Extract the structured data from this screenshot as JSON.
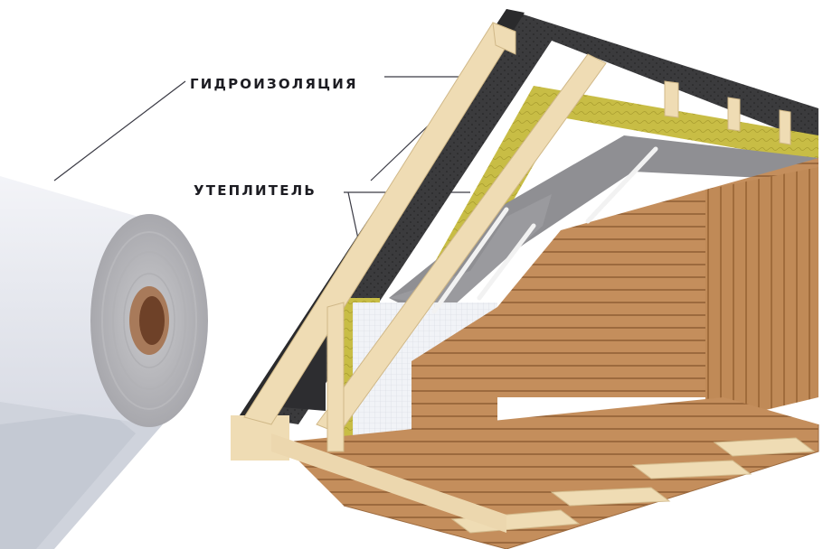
{
  "diagram": {
    "title": "",
    "labels": [
      {
        "id": "waterproofing",
        "text": "ГИДРОИЗОЛЯЦИЯ"
      },
      {
        "id": "insulation",
        "text": "УТЕПЛИТЕЛЬ"
      }
    ],
    "components": [
      {
        "name": "membrane-roll",
        "description": "roll of white waterproofing membrane with cardboard core"
      },
      {
        "name": "roof-covering",
        "description": "dark perforated roof sheet"
      },
      {
        "name": "rafters",
        "description": "light wooden rafters"
      },
      {
        "name": "mineral-wool",
        "description": "yellow mineral wool insulation between rafters"
      },
      {
        "name": "vapor-barrier",
        "description": "grey/white membrane layer"
      },
      {
        "name": "wood-lining",
        "description": "horizontal wooden panelling interior"
      },
      {
        "name": "floor-boards",
        "description": "wooden floor on joists"
      }
    ],
    "colors": {
      "roof": "#3a3a3c",
      "rafter": "#efdcb4",
      "wool": "#c9c04a",
      "membrane": "#8d8d90",
      "membrane_white": "#eef0f4",
      "wood": "#c08a58",
      "wood_dark": "#a8703f",
      "roll_core": "#8b5a3c"
    }
  }
}
